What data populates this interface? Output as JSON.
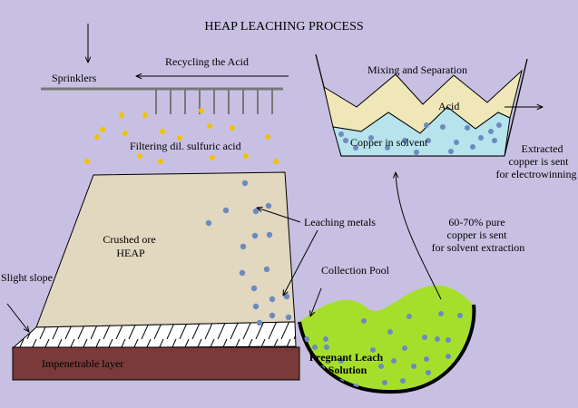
{
  "title": "HEAP LEACHING PROCESS",
  "labels": {
    "sprinklers": "Sprinklers",
    "recycling": "Recycling the Acid",
    "mixing": "Mixing  and Separation",
    "acid": "Acid",
    "copper_in_solvent": "Copper in solvent",
    "extracted": [
      "Extracted",
      "copper is sent",
      "for electrowinning"
    ],
    "filtering": "Filtering dil. sulfuric acid",
    "crushed_ore": [
      "Crushed ore",
      "HEAP"
    ],
    "leaching_metals": "Leaching metals",
    "pure_copper": [
      "60-70% pure",
      "copper is sent",
      "for solvent extraction"
    ],
    "slight_slope": "Slight slope",
    "collection_pool": "Collection Pool",
    "pregnant_leach": [
      "Pregnant Leach",
      "Solution"
    ],
    "impenetrable": "Impenetrable layer"
  },
  "colors": {
    "background": "#c8c0e2",
    "heap": "#e2d7bf",
    "acid_layer": "#efe7b8",
    "solvent_layer": "#b6e3ec",
    "pool": "#a6df2b",
    "impenetrable": "#7a3a3a",
    "droplet": "#f2c200",
    "particle": "#6b8bbf",
    "pipe": "#777777"
  }
}
